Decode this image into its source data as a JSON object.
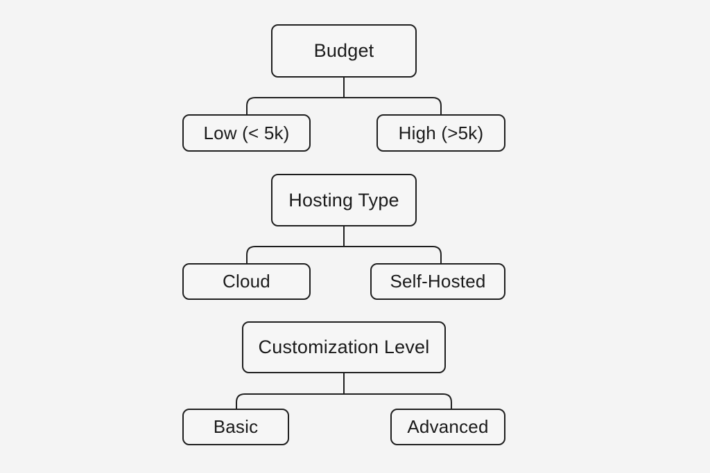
{
  "diagram": {
    "groups": [
      {
        "label": "Budget",
        "options": [
          "Low (< 5k)",
          "High (>5k)"
        ]
      },
      {
        "label": "Hosting Type",
        "options": [
          "Cloud",
          "Self-Hosted"
        ]
      },
      {
        "label": "Customization Level",
        "options": [
          "Basic",
          "Advanced"
        ]
      }
    ]
  }
}
